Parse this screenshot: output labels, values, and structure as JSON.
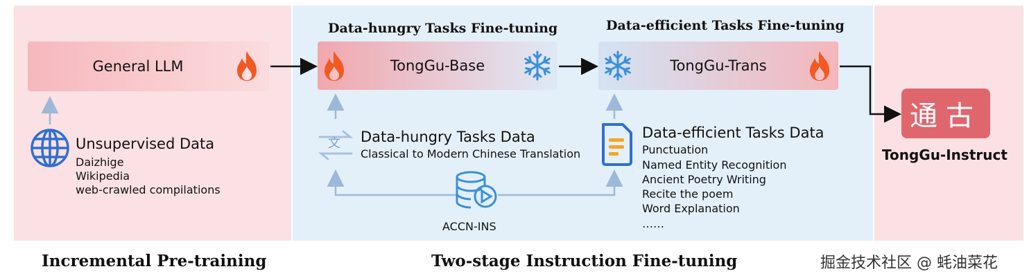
{
  "stages": {
    "pretraining": "Incremental Pre-training",
    "finetuning": "Two-stage Instruction Fine-tuning"
  },
  "headers": {
    "hungry": "Data-hungry Tasks Fine-tuning",
    "efficient": "Data-efficient Tasks Fine-tuning"
  },
  "models": {
    "general": "General LLM",
    "base": "TongGu-Base",
    "trans": "TongGu-Trans",
    "instruct": "TongGu-Instruct",
    "logo_text": "通古"
  },
  "unsupervised": {
    "title": "Unsupervised Data",
    "items": [
      "Daizhige",
      "Wikipedia",
      "web-crawled compilations"
    ]
  },
  "hungry_data": {
    "title": "Data-hungry Tasks Data",
    "subtitle": "Classical to Modern Chinese Translation"
  },
  "efficient_data": {
    "title": "Data-efficient Tasks Data",
    "items": [
      "Punctuation",
      "Named Entity Recognition",
      "Ancient Poetry Writing",
      "Recite the poem",
      "Word Explanation",
      "……"
    ]
  },
  "dataset": "ACCN-INS",
  "watermark": "掘金技术社区 @ 蚝油菜花",
  "colors": {
    "pink_panel": "#fbe1e3",
    "blue_panel": "#e4f0f9",
    "flame": "#f15a22",
    "snow": "#3a8fd8",
    "logo": "#e0666e"
  }
}
